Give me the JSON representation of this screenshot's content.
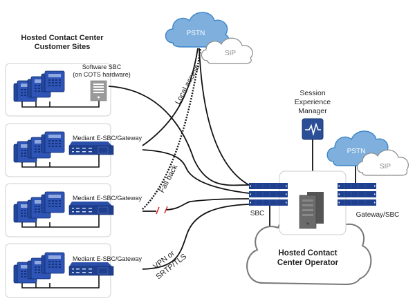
{
  "title": {
    "line1": "Hosted Contact Center",
    "line2": "Customer Sites"
  },
  "sites": [
    {
      "device_label_1": "Software SBC",
      "device_label_2": "(on COTS hardware)",
      "device_type": "server-icon"
    },
    {
      "device_label_1": "Mediant E-SBC/Gateway",
      "device_type": "rack-gateway-icon"
    },
    {
      "device_label_1": "Mediant E-SBC/Gateway",
      "device_type": "rack-gateway-icon"
    },
    {
      "device_label_1": "Mediant E-SBC/Gateway",
      "device_type": "rack-gateway-icon"
    }
  ],
  "clouds": {
    "pstn_top": "PSTN",
    "sip_top": "SIP",
    "pstn_right": "PSTN",
    "sip_right": "SIP",
    "operator_line1": "Hosted Contact",
    "operator_line2": "Center Operator"
  },
  "sem": {
    "line1": "Session",
    "line2": "Experience",
    "line3": "Manager"
  },
  "devices": {
    "sbc": "SBC",
    "gateway_sbc": "Gateway/SBC"
  },
  "link_labels": {
    "local_access": "Local access",
    "fall_back": "Fall back",
    "vpn_1": "VPN or",
    "vpn_2": "SRTP/TLS"
  },
  "colors": {
    "cloud_blue": "#7fb0dd",
    "device_blue": "#1f3f8f",
    "link_break": "#e02020"
  }
}
